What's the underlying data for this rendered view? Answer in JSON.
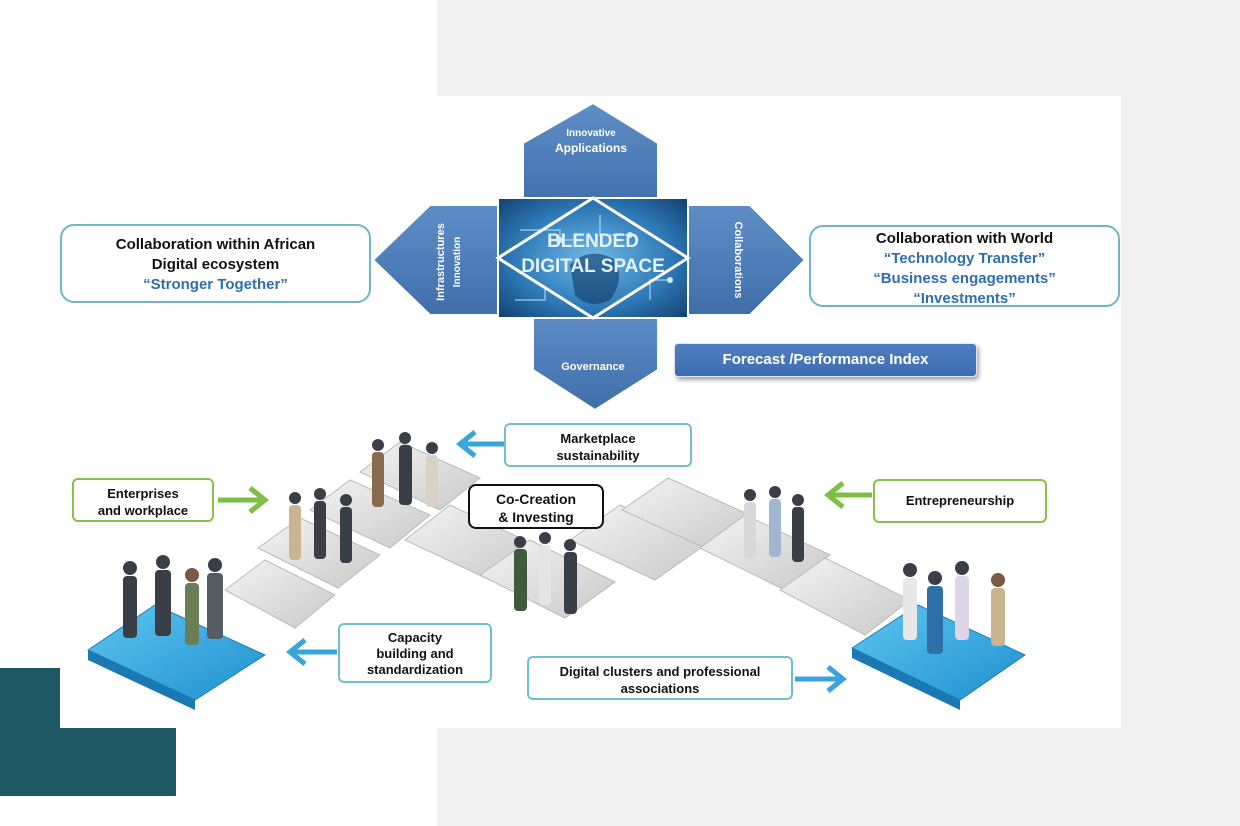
{
  "center": {
    "title_line1": "BLENDED",
    "title_line2": "DIGITAL SPACE"
  },
  "arrows": {
    "top_line1": "Innovative",
    "top_line2": "Applications",
    "left_line1": "Infrastructures",
    "left_line2": "Innovation",
    "right": "Collaborations",
    "bottom": "Governance"
  },
  "left_box": {
    "line1": "Collaboration within African",
    "line2": "Digital ecosystem",
    "tagline": "“Stronger Together”"
  },
  "right_box": {
    "title": "Collaboration with World",
    "quote1": "“Technology Transfer”",
    "quote2": "“Business engagements”",
    "quote3": "“Investments”"
  },
  "forecast_button": "Forecast /Performance Index",
  "labels": {
    "marketplace_line1": "Marketplace",
    "marketplace_line2": "sustainability",
    "enterprises_line1": "Enterprises",
    "enterprises_line2": "and workplace",
    "cocreation_line1": "Co-Creation",
    "cocreation_line2": "& Investing",
    "entrepreneurship": "Entrepreneurship",
    "capacity_line1": "Capacity",
    "capacity_line2": "building and",
    "capacity_line3": "standardization",
    "clusters_line1": "Digital clusters and professional",
    "clusters_line2": "associations"
  },
  "colors": {
    "teal_block": "#1f5865",
    "diamond_blue": "#4a79b5",
    "box_border": "#6fb7c6",
    "arrow_green": "#7cc043",
    "arrow_blue": "#3aa5dc",
    "platform_blue": "#2a9fd8"
  }
}
